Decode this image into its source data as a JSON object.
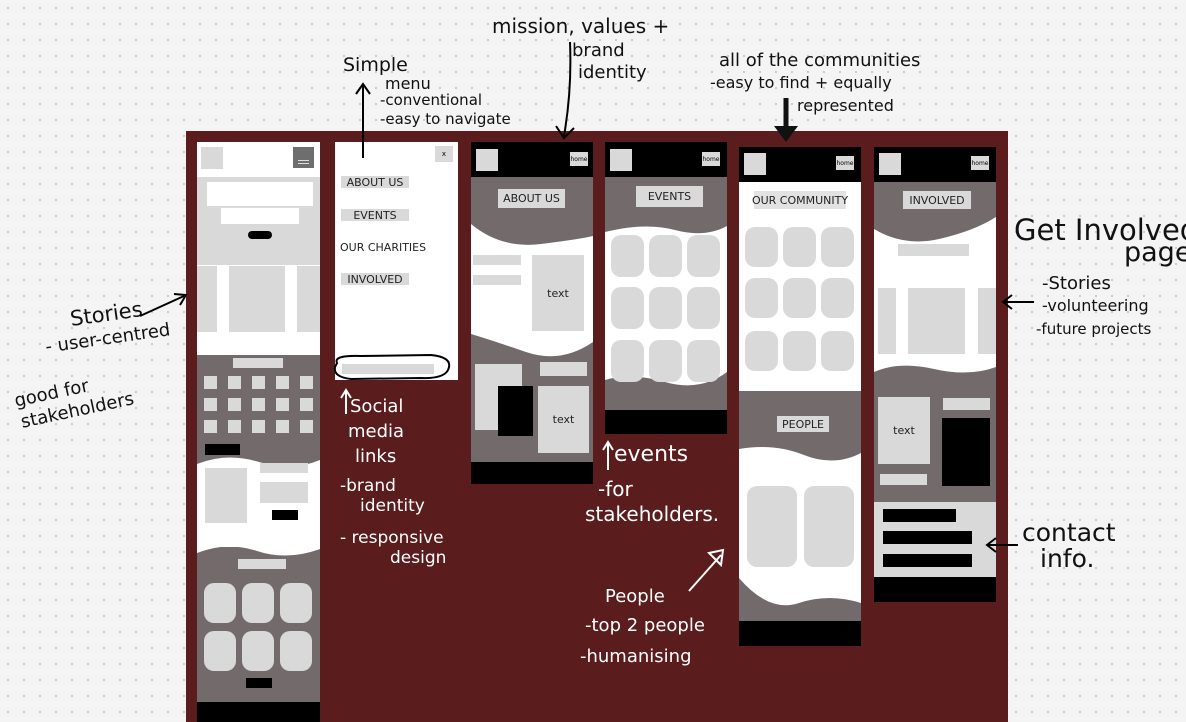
{
  "wireframes": {
    "menu": {
      "close": "x",
      "items": [
        "ABOUT US",
        "EVENTS",
        "OUR CHARITIES",
        "INVOLVED"
      ]
    },
    "home_button": "home",
    "about": {
      "header": "ABOUT US",
      "text1": "text",
      "text2": "text"
    },
    "events": {
      "header": "EVENTS"
    },
    "community": {
      "header": "OUR COMMUNITY",
      "people": "PEOPLE"
    },
    "involved": {
      "header": "INVOLVED",
      "text": "text"
    }
  },
  "annotations": {
    "menu_note": [
      "Simple",
      "menu",
      "-conventional",
      "-easy to navigate"
    ],
    "mission_note": [
      "mission, values +",
      "brand",
      "identity"
    ],
    "community_note": [
      "all of the communities",
      "-easy to find + equally",
      "represented"
    ],
    "get_involved": [
      "Get Involved",
      "page",
      "-Stories",
      "-volunteering",
      "-future projects"
    ],
    "stories": [
      "Stories",
      "- user-centred",
      "good for",
      "stakeholders"
    ],
    "social": [
      "Social",
      "media",
      "links",
      "-brand",
      "identity",
      "- responsive",
      "design"
    ],
    "events_note": [
      "events",
      "-for",
      "stakeholders."
    ],
    "people_note": [
      "People",
      "-top 2 people",
      "-humanising"
    ],
    "contact": [
      "contact",
      "info."
    ]
  }
}
